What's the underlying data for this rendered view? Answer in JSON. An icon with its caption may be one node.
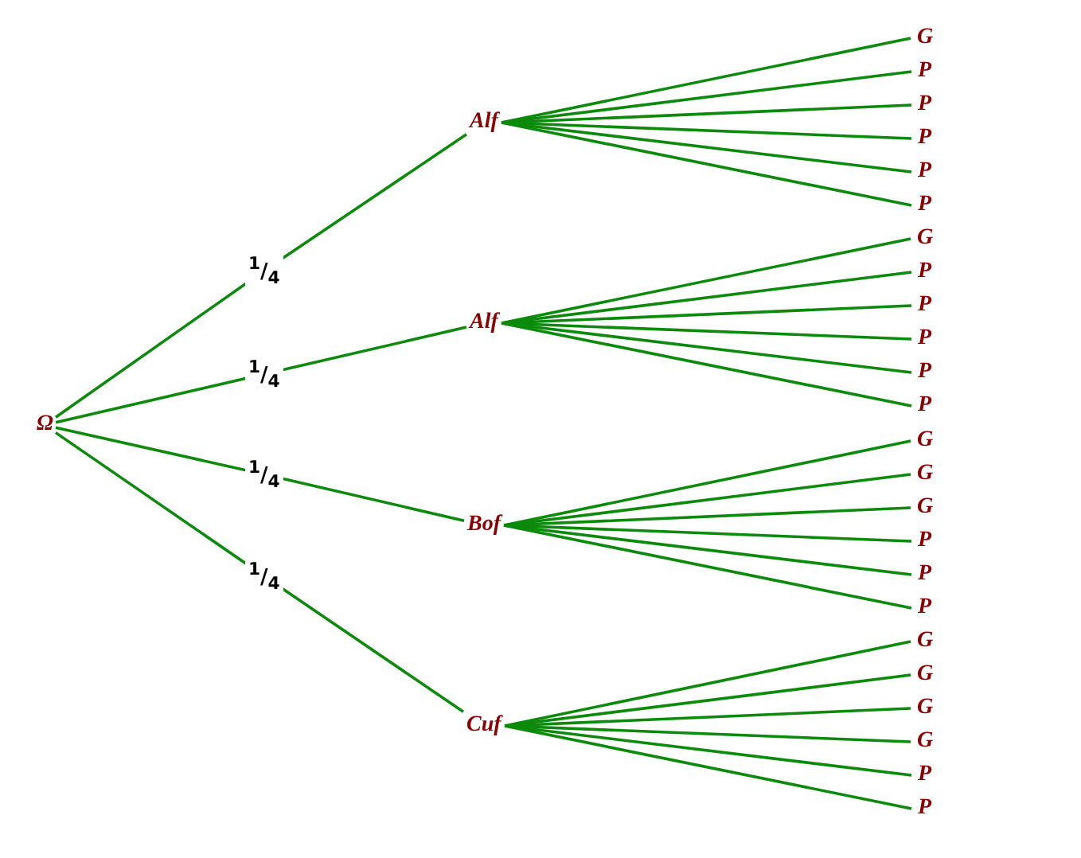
{
  "diagram": {
    "nodes": [
      {
        "text": [
          "Ω"
        ]
      },
      {
        "text": [
          "Alf"
        ]
      },
      {
        "text": [
          "Alf"
        ]
      },
      {
        "text": [
          "Bof"
        ]
      },
      {
        "text": [
          "Cuf"
        ]
      },
      {
        "text": [
          "G"
        ]
      },
      {
        "text": [
          "P"
        ]
      },
      {
        "text": [
          "P"
        ]
      },
      {
        "text": [
          "P"
        ]
      },
      {
        "text": [
          "P"
        ]
      },
      {
        "text": [
          "P"
        ]
      },
      {
        "text": [
          "G"
        ]
      },
      {
        "text": [
          "P"
        ]
      },
      {
        "text": [
          "P"
        ]
      },
      {
        "text": [
          "P"
        ]
      },
      {
        "text": [
          "P"
        ]
      },
      {
        "text": [
          "P"
        ]
      },
      {
        "text": [
          "G"
        ]
      },
      {
        "text": [
          "G"
        ]
      },
      {
        "text": [
          "G"
        ]
      },
      {
        "text": [
          "P"
        ]
      },
      {
        "text": [
          "P"
        ]
      },
      {
        "text": [
          "P"
        ]
      },
      {
        "text": [
          "G"
        ]
      },
      {
        "text": [
          "G"
        ]
      },
      {
        "text": [
          "G"
        ]
      },
      {
        "text": [
          "G"
        ]
      },
      {
        "text": [
          "P"
        ]
      },
      {
        "text": [
          "P"
        ]
      }
    ],
    "edges": [
      {
        "from": 0,
        "to": 1,
        "arrow": "none",
        "label": "$^{1}$/$_{4}$"
      },
      {
        "from": 0,
        "to": 2,
        "arrow": "none",
        "label": "$^{1}$/$_{4}$"
      },
      {
        "from": 0,
        "to": 3,
        "arrow": "none",
        "label": "$^{1}$/$_{4}$"
      },
      {
        "from": 0,
        "to": 4,
        "arrow": "none",
        "label": "$^{1}$/$_{4}$"
      },
      {
        "from": 1,
        "to": 5,
        "arrow": "none"
      },
      {
        "from": 1,
        "to": 6,
        "arrow": "none"
      },
      {
        "from": 1,
        "to": 7,
        "arrow": "none"
      },
      {
        "from": 1,
        "to": 8,
        "arrow": "none"
      },
      {
        "from": 1,
        "to": 9,
        "arrow": "none"
      },
      {
        "from": 1,
        "to": 10,
        "arrow": "none"
      },
      {
        "from": 2,
        "to": 11,
        "arrow": "none"
      },
      {
        "from": 2,
        "to": 12,
        "arrow": "none"
      },
      {
        "from": 2,
        "to": 13,
        "arrow": "none"
      },
      {
        "from": 2,
        "to": 14,
        "arrow": "none"
      },
      {
        "from": 2,
        "to": 15,
        "arrow": "none"
      },
      {
        "from": 2,
        "to": 16,
        "arrow": "none"
      },
      {
        "from": 3,
        "to": 17,
        "arrow": "none"
      },
      {
        "from": 3,
        "to": 18,
        "arrow": "none"
      },
      {
        "from": 3,
        "to": 19,
        "arrow": "none"
      },
      {
        "from": 3,
        "to": 20,
        "arrow": "none"
      },
      {
        "from": 3,
        "to": 21,
        "arrow": "none"
      },
      {
        "from": 3,
        "to": 22,
        "arrow": "none"
      },
      {
        "from": 4,
        "to": 23,
        "arrow": "none"
      },
      {
        "from": 4,
        "to": 24,
        "arrow": "none"
      },
      {
        "from": 4,
        "to": 25,
        "arrow": "none"
      },
      {
        "from": 4,
        "to": 26,
        "arrow": "none"
      },
      {
        "from": 4,
        "to": 27,
        "arrow": "none"
      },
      {
        "from": 4,
        "to": 28,
        "arrow": "none"
      }
    ]
  }
}
